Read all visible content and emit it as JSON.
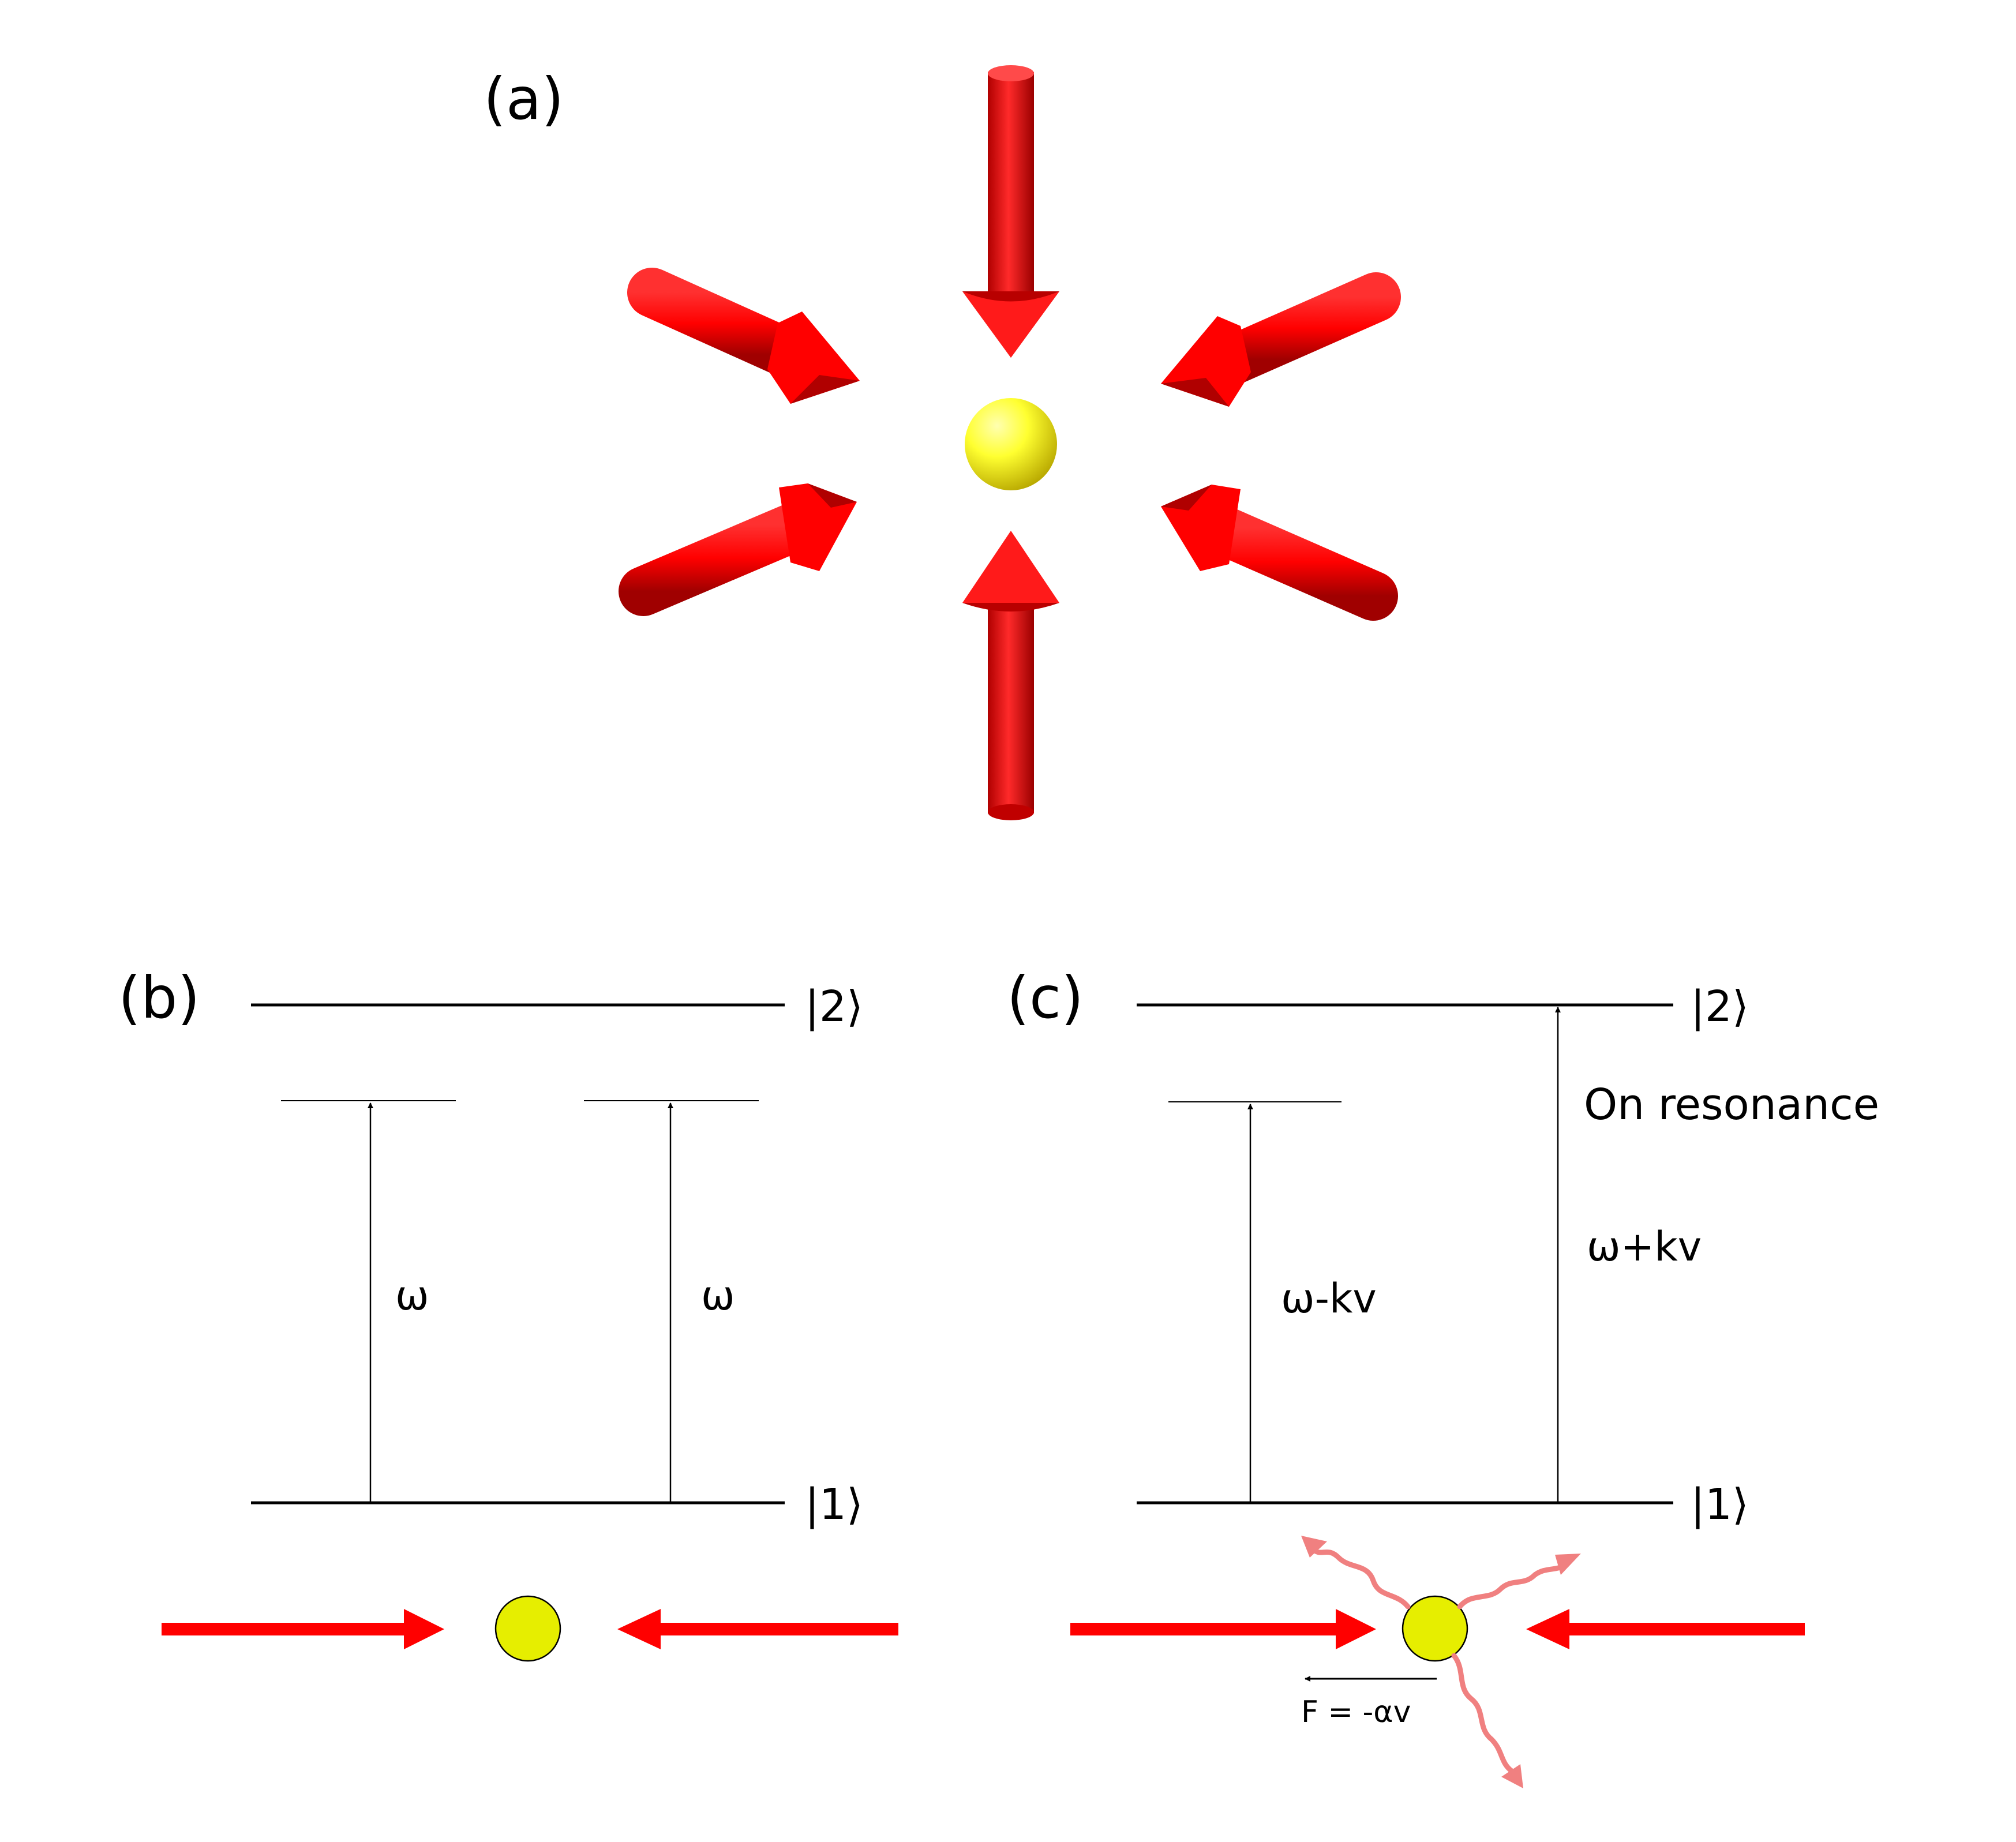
{
  "colors": {
    "beam": "#ff0000",
    "beam_dark": "#a00000",
    "atom": "#e6ee00",
    "photon": "#f08080",
    "line": "#000000"
  },
  "panel_a": {
    "label": "(a)"
  },
  "panel_b": {
    "label": "(b)",
    "upper_state": "|2⟩",
    "lower_state": "|1⟩",
    "transition_left": "ω",
    "transition_right": "ω"
  },
  "panel_c": {
    "label": "(c)",
    "upper_state": "|2⟩",
    "lower_state": "|1⟩",
    "transition_left": "ω-kv",
    "transition_right": "ω+kv",
    "resonance_note": "On resonance",
    "force": "F = -αv"
  }
}
